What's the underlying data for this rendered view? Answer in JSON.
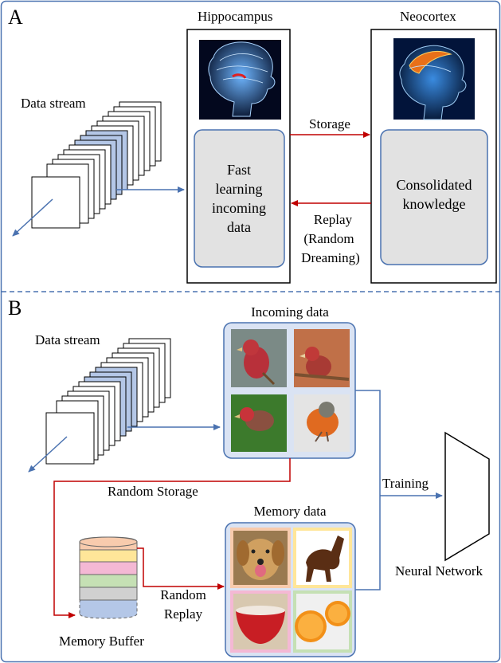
{
  "panelA": {
    "label": "A",
    "hippocampus_title": "Hippocampus",
    "neocortex_title": "Neocortex",
    "data_stream_label": "Data stream",
    "fast_learning": [
      "Fast",
      "learning",
      "incoming",
      "data"
    ],
    "consolidated": [
      "Consolidated",
      "knowledge"
    ],
    "storage_label": "Storage",
    "replay_lines": [
      "Replay",
      "(Random",
      "Dreaming)"
    ]
  },
  "panelB": {
    "label": "B",
    "data_stream_label": "Data stream",
    "incoming_title": "Incoming data",
    "memory_title": "Memory data",
    "random_storage_label": "Random Storage",
    "training_label": "Training",
    "random_replay_lines": [
      "Random",
      "Replay"
    ],
    "memory_buffer_label": "Memory Buffer",
    "neural_network_label": "Neural Network"
  },
  "icons": {
    "incoming_images": [
      "red-finch-photo",
      "red-finch-photo",
      "red-finch-photo",
      "robin-photo"
    ],
    "memory_images": [
      "dog-photo",
      "horse-photo",
      "red-bowl-photo",
      "orange-photo"
    ]
  },
  "colors": {
    "border_blue": "#4a72b0",
    "blue_arrow": "#4a72b0",
    "red_arrow": "#c00000",
    "rounded_box_fill": "#e2e2e2",
    "stack_highlight": "#b4c7e7",
    "image_frame": "#dae3f3",
    "buffer_layers": [
      "#f8cbad",
      "#ffe699",
      "#f4b8d4",
      "#c5e0b4",
      "#d0d0d0",
      "#b4c7e7"
    ]
  }
}
